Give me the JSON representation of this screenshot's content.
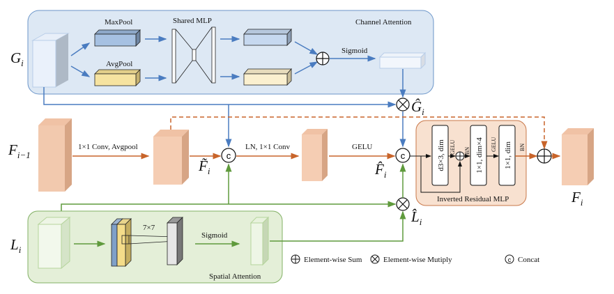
{
  "colors": {
    "blue": "#4a7cc0",
    "orange": "#c8642a",
    "green": "#5f9a3c",
    "channel_bg": "#dde8f4",
    "spatial_bg": "#e4efd8",
    "mlp_bg": "#f8e1d0"
  },
  "channel": {
    "title": "Channel Attention",
    "maxpool": "MaxPool",
    "avgpool": "AvgPool",
    "shared_mlp": "Shared MLP",
    "sigmoid": "Sigmoid"
  },
  "spatial": {
    "title": "Spatial Attention",
    "kernel": "7×7",
    "sigmoid": "Sigmoid"
  },
  "main": {
    "conv_avgpool": "1×1 Conv, Avgpool",
    "ln_conv": "LN, 1×1 Conv",
    "gelu": "GELU"
  },
  "mlp": {
    "title": "Inverted Residual MLP",
    "block1": "d3×3, dim",
    "block2": "1×1, dim×4",
    "block3": "1×1, dim",
    "gelu1": "GELU",
    "bn1": "BN",
    "gelu2": "GELU",
    "bn2": "BN"
  },
  "symbols": {
    "G": {
      "main": "G",
      "sub": "i"
    },
    "F_prev": {
      "main": "F",
      "sub": "i−1"
    },
    "L": {
      "main": "L",
      "sub": "i"
    },
    "F_tilde": {
      "main": "F̃",
      "sub": "i"
    },
    "F_hat": {
      "main": "F̂",
      "sub": "i"
    },
    "G_hat": {
      "main": "Ĝ",
      "sub": "i"
    },
    "L_hat": {
      "main": "L̂",
      "sub": "i"
    },
    "F_out": {
      "main": "F",
      "sub": "i"
    },
    "concat": "c"
  },
  "legend": {
    "sum": "Element-wise Sum",
    "multiply": "Element-wise Mutiply",
    "concat": "Concat"
  }
}
